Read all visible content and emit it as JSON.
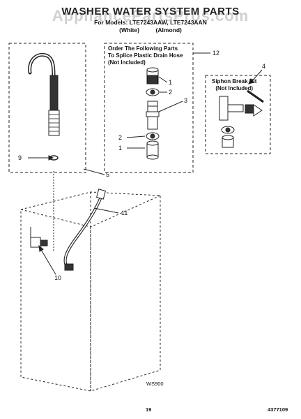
{
  "header": {
    "title": "WASHER WATER SYSTEM PARTS",
    "subtitle": "For Models: LTE7243AAW, LTE7243AAN",
    "variants": "(White)          (Almond)",
    "watermark": "AppliancePartsPros.com"
  },
  "callouts": {
    "splice_kit": "Order The Following Parts\nTo Splice Plastic Drain Hose\n(Not Included)",
    "siphon_kit": "Siphon Break Kit\n(Not Included)"
  },
  "part_numbers": {
    "p1a": "1",
    "p2a": "2",
    "p3": "3",
    "p4": "4",
    "p2b": "2",
    "p1b": "1",
    "p12": "12",
    "p9": "9",
    "p5": "5",
    "p11": "11",
    "p10": "10"
  },
  "footer": {
    "diagram_code": "WS900",
    "page": "19",
    "doc_number": "4377109"
  }
}
